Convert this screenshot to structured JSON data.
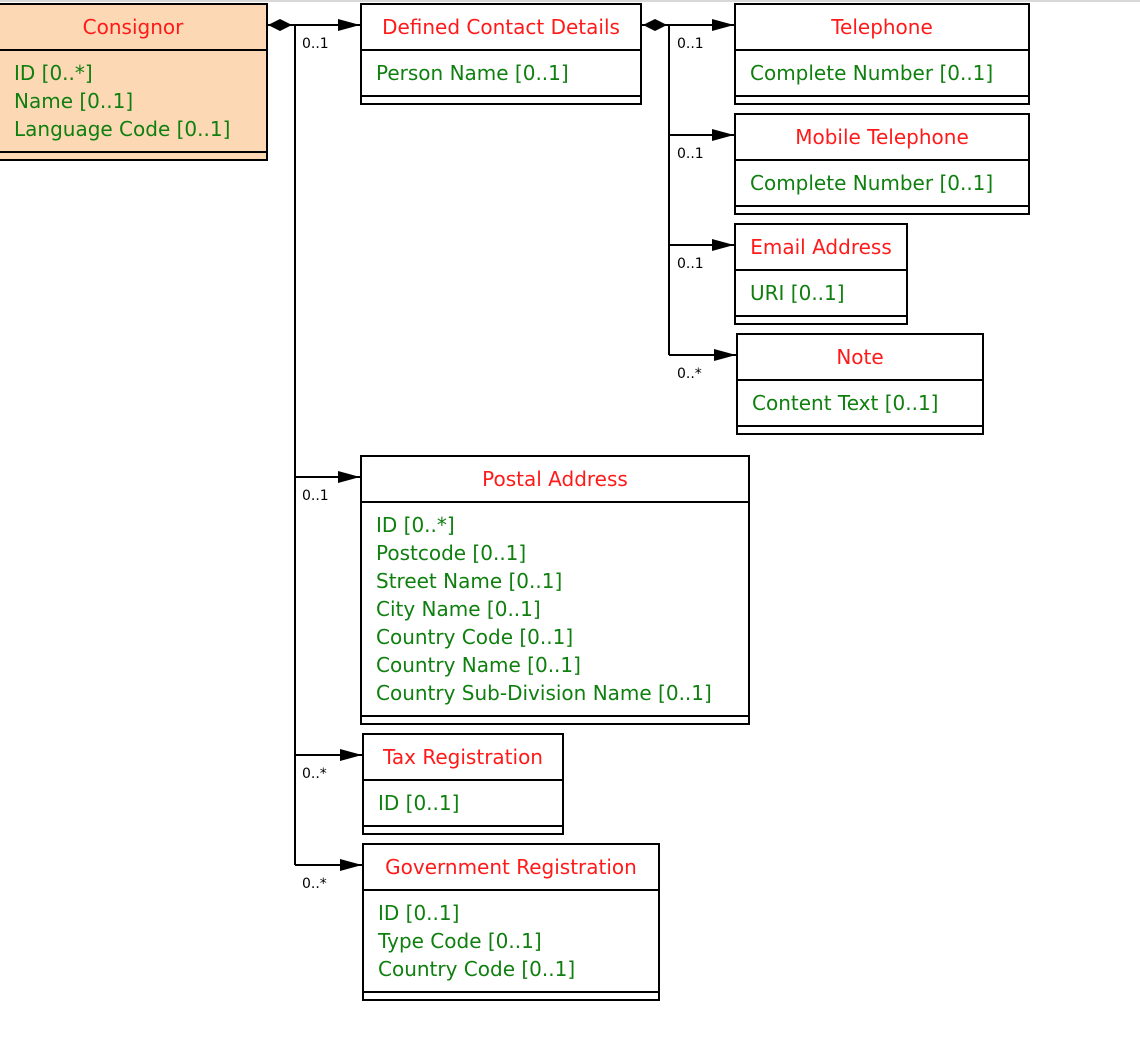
{
  "classes": {
    "consignor": {
      "title": "Consignor",
      "attributes": [
        "ID [0..*]",
        "Name [0..1]",
        "Language Code [0..1]"
      ]
    },
    "defined_contact": {
      "title": "Defined Contact Details",
      "attributes": [
        "Person Name [0..1]"
      ]
    },
    "telephone": {
      "title": "Telephone",
      "attributes": [
        "Complete Number [0..1]"
      ]
    },
    "mobile": {
      "title": "Mobile Telephone",
      "attributes": [
        "Complete Number [0..1]"
      ]
    },
    "email": {
      "title": "Email Address",
      "attributes": [
        "URI [0..1]"
      ]
    },
    "note": {
      "title": "Note",
      "attributes": [
        "Content Text [0..1]"
      ]
    },
    "postal": {
      "title": "Postal Address",
      "attributes": [
        "ID [0..*]",
        "Postcode [0..1]",
        "Street Name [0..1]",
        "City Name [0..1]",
        "Country Code [0..1]",
        "Country Name [0..1]",
        "Country Sub-Division Name [0..1]"
      ]
    },
    "tax": {
      "title": "Tax Registration",
      "attributes": [
        "ID [0..1]"
      ]
    },
    "gov": {
      "title": "Government Registration",
      "attributes": [
        "ID [0..1]",
        "Type Code [0..1]",
        "Country Code [0..1]"
      ]
    }
  },
  "multiplicities": {
    "defined_contact": "0..1",
    "postal": "0..1",
    "tax": "0..*",
    "gov": "0..*",
    "telephone": "0..1",
    "mobile": "0..1",
    "email": "0..1",
    "note": "0..*"
  }
}
